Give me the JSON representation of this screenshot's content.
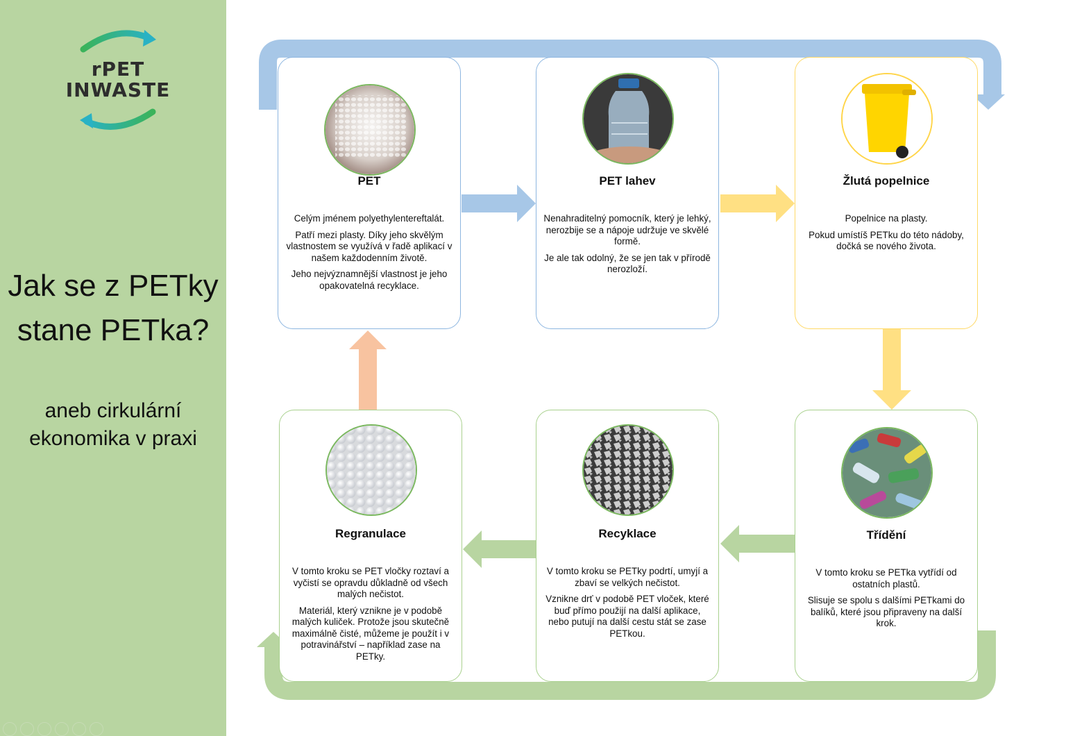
{
  "logo": {
    "line1": "rPET",
    "line2": "INWASTE",
    "colors": {
      "green": "#3bb35a",
      "teal": "#29b2c4"
    }
  },
  "title": "Jak se z PETky stane PETka?",
  "subtitle": "aneb cirkulární ekonomika v praxi",
  "colors": {
    "sidebar": "#b8d5a1",
    "blue": "#a7c7e7",
    "yellow": "#ffe083",
    "green": "#b8d5a1",
    "orange": "#f8c3a0"
  },
  "steps": [
    {
      "id": "pet",
      "title": "PET",
      "icon": "pellets-photo",
      "paragraphs": [
        "Celým jménem polyethylentereftalát.",
        "Patří mezi plasty. Díky jeho skvělým vlastnostem se využívá v řadě aplikací v našem každodenním životě.",
        "Jeho nejvýznamnější vlastnost je jeho opakovatelná recyklace."
      ]
    },
    {
      "id": "bottle",
      "title": "PET lahev",
      "icon": "bottle-photo",
      "paragraphs": [
        "Nenahraditelný pomocník, který je lehký, nerozbije se a nápoje udržuje ve skvělé formě.",
        "Je ale tak odolný, že se jen tak v přírodě nerozloží."
      ]
    },
    {
      "id": "bin",
      "title": "Žlutá popelnice",
      "icon": "yellow-bin-photo",
      "paragraphs": [
        "Popelnice na plasty.",
        "Pokud umístíš PETku do této nádoby, dočká se nového života."
      ]
    },
    {
      "id": "sorting",
      "title": "Třídění",
      "icon": "sorted-bottles-photo",
      "paragraphs": [
        "V tomto kroku se PETka vytřídí od ostatních plastů.",
        "Slisuje se spolu s dalšími PETkami do balíků, které jsou připraveny na další krok."
      ]
    },
    {
      "id": "recycling",
      "title": "Recyklace",
      "icon": "flakes-photo",
      "paragraphs": [
        "V tomto kroku se PETky podrtí, umyjí a zbaví se velkých nečistot.",
        "Vznikne drť v podobě PET vloček, které buď přímo použijí na další aplikace, nebo putují na další cestu stát se zase PETkou."
      ]
    },
    {
      "id": "regranulation",
      "title": "Regranulace",
      "icon": "granules-photo",
      "paragraphs": [
        "V tomto kroku se PET vločky roztaví a vyčistí se opravdu důkladně od všech malých nečistot.",
        "Materiál, který vznikne je v podobě malých kuliček. Protože jsou skutečně maximálně čisté, můžeme je použít i v potravinářství – například zase na PETky."
      ]
    }
  ]
}
